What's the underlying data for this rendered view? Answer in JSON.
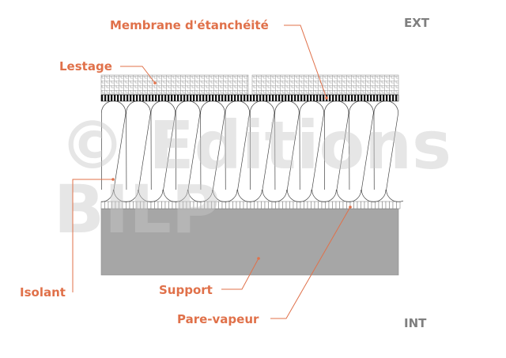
{
  "labels": {
    "membrane": "Membrane d'étanchéité",
    "lestage": "Lestage",
    "isolant": "Isolant",
    "support": "Support",
    "pare_vapeur": "Pare-vapeur",
    "ext": "EXT",
    "int": "INT"
  },
  "watermark": {
    "line1": "© Editions",
    "line2": "BILP"
  },
  "colors": {
    "label": "#e0714a",
    "side": "#7f7f7f",
    "support": "#a6a6a6"
  },
  "insulation_loops": 12
}
